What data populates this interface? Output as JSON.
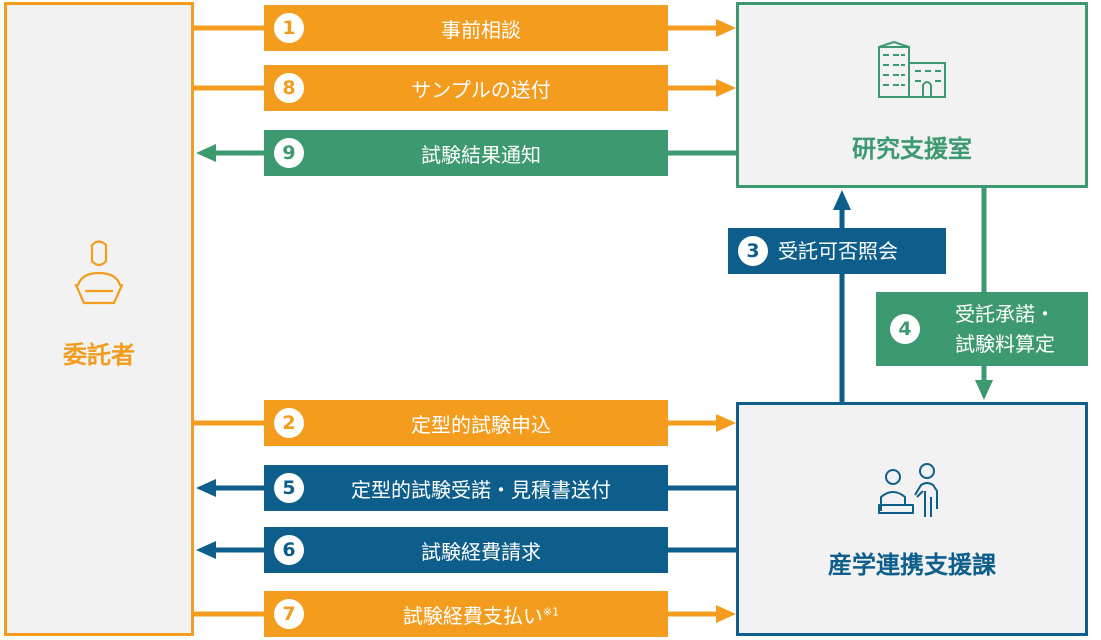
{
  "actors": {
    "client": {
      "name": "委託者",
      "icon": "person-icon",
      "color": "#f39c1e"
    },
    "lab": {
      "name": "研究支援室",
      "icon": "building-icon",
      "color": "#3d9970"
    },
    "industry": {
      "name": "産学連携支援課",
      "icon": "meeting-icon",
      "color": "#0e5e8c"
    }
  },
  "steps": [
    {
      "num": "1",
      "label": "事前相談"
    },
    {
      "num": "8",
      "label": "サンプルの送付"
    },
    {
      "num": "9",
      "label": "試験結果通知"
    },
    {
      "num": "3",
      "label": "受託可否照会"
    },
    {
      "num": "4",
      "label_line1": "受託承諾・",
      "label_line2": "試験料算定"
    },
    {
      "num": "2",
      "label": "定型的試験申込"
    },
    {
      "num": "5",
      "label": "定型的試験受諾・見積書送付"
    },
    {
      "num": "6",
      "label": "試験経費請求"
    },
    {
      "num": "7",
      "label": "試験経費支払い",
      "note": "※1"
    }
  ]
}
